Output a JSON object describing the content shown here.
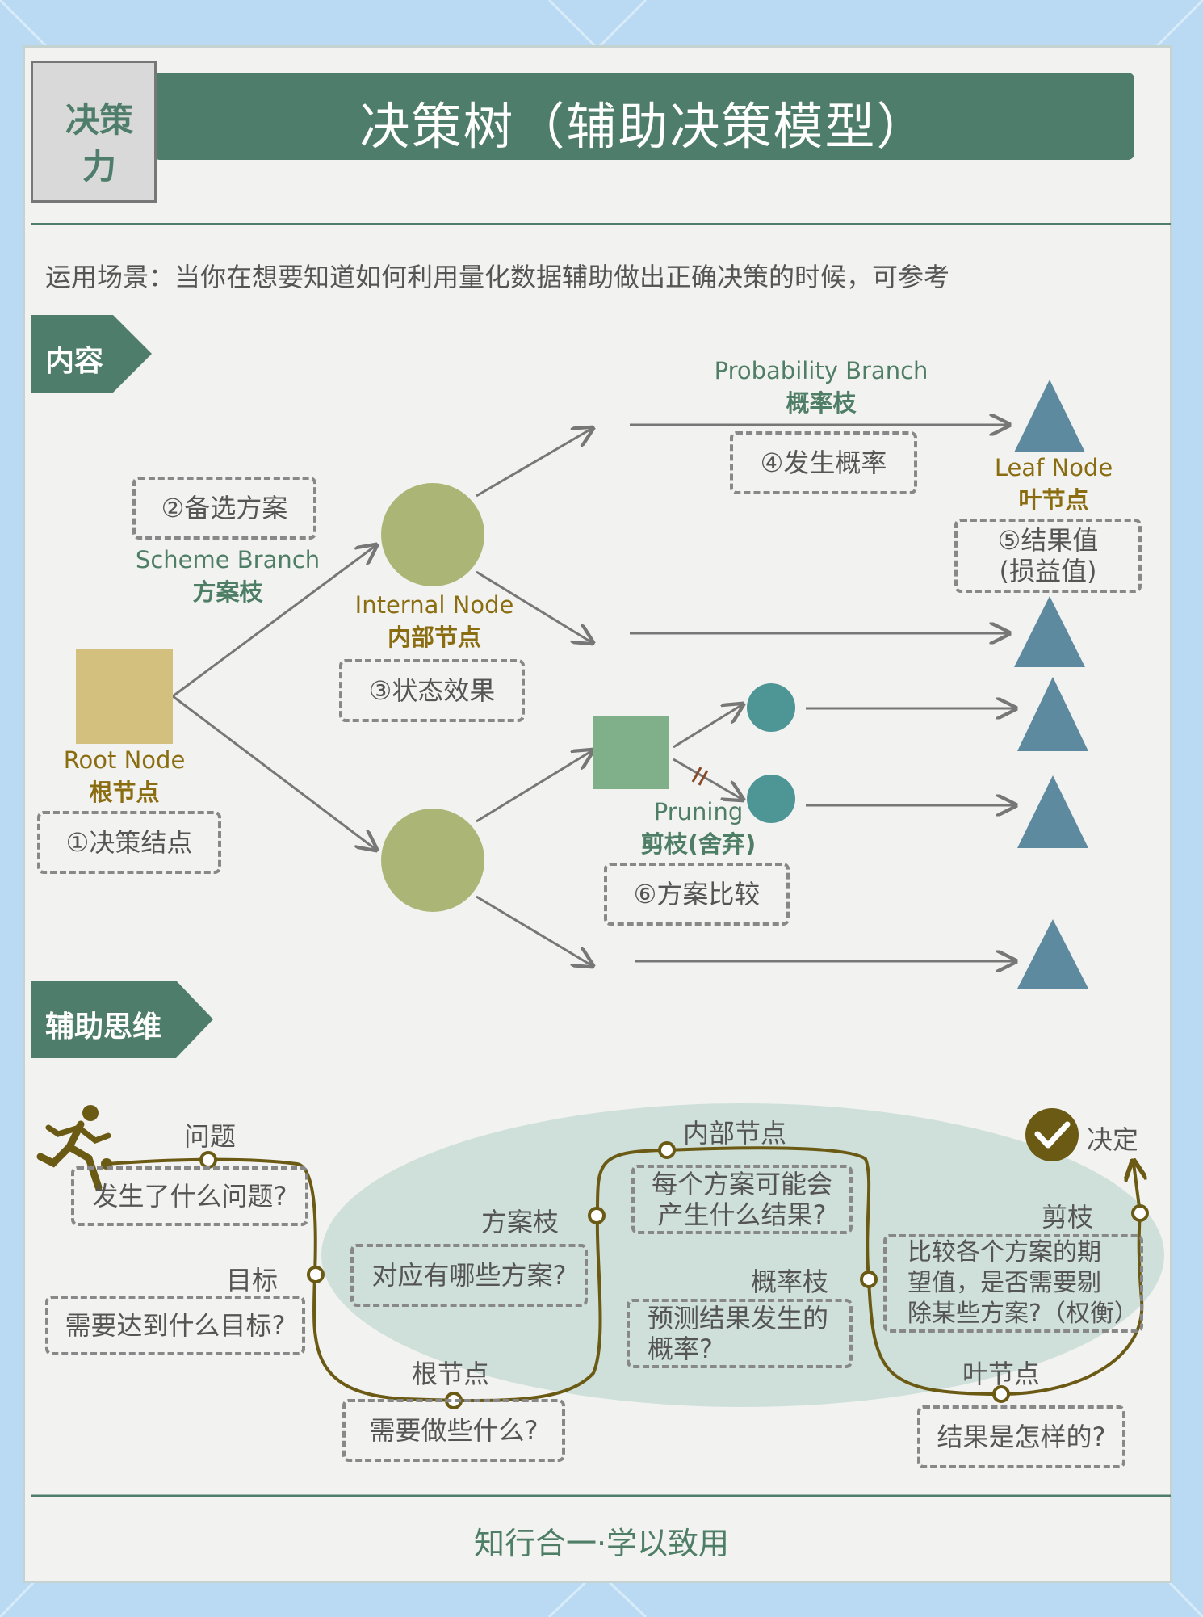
{
  "badge": "决策力",
  "title": "决策树（辅助决策模型）",
  "scenario": "运用场景：当你在想要知道如何利用量化数据辅助做出正确决策的时候，可参考",
  "sections": {
    "content": "内容",
    "thinking": "辅助思维"
  },
  "tree": {
    "root": {
      "en": "Root Node",
      "zh": "根节点",
      "desc": "①决策结点"
    },
    "scheme": {
      "en": "Scheme Branch",
      "zh": "方案枝",
      "desc": "②备选方案"
    },
    "internal": {
      "en": "Internal Node",
      "zh": "内部节点",
      "desc": "③状态效果"
    },
    "probability": {
      "en": "Probability Branch",
      "zh": "概率枝",
      "desc": "④发生概率"
    },
    "leaf": {
      "en": "Leaf Node",
      "zh": "叶节点",
      "desc_line1": "⑤结果值",
      "desc_line2": "(损益值)"
    },
    "pruning": {
      "en": "Pruning",
      "zh": "剪枝(舍弃)",
      "desc": "⑥方案比较"
    }
  },
  "path": {
    "question": {
      "label": "问题",
      "desc": "发生了什么问题?"
    },
    "goal": {
      "label": "目标",
      "desc": "需要达到什么目标?"
    },
    "root": {
      "label": "根节点",
      "desc": "需要做些什么?"
    },
    "scheme": {
      "label": "方案枝",
      "desc": "对应有哪些方案?"
    },
    "internal": {
      "label": "内部节点",
      "desc_line1": "每个方案可能会",
      "desc_line2": "产生什么结果?"
    },
    "probability": {
      "label": "概率枝",
      "desc_line1": "预测结果发生的",
      "desc_line2": "概率?"
    },
    "prune": {
      "label": "剪枝",
      "desc_line1": "比较各个方案的期",
      "desc_line2": "望值，是否需要剔",
      "desc_line3": "除某些方案?（权衡）"
    },
    "leaf": {
      "label": "叶节点",
      "desc": "结果是怎样的?"
    },
    "decide": {
      "label": "决定"
    }
  },
  "footer": "知行合一·学以致用",
  "colors": {
    "header": "#4e7d6b",
    "root": "#d3bf7e",
    "internal": "#abb676",
    "leaf": "#5e8aa0",
    "prune_square": "#7fb08a",
    "prune_circle": "#4e9696",
    "path": "#6b5a14"
  }
}
